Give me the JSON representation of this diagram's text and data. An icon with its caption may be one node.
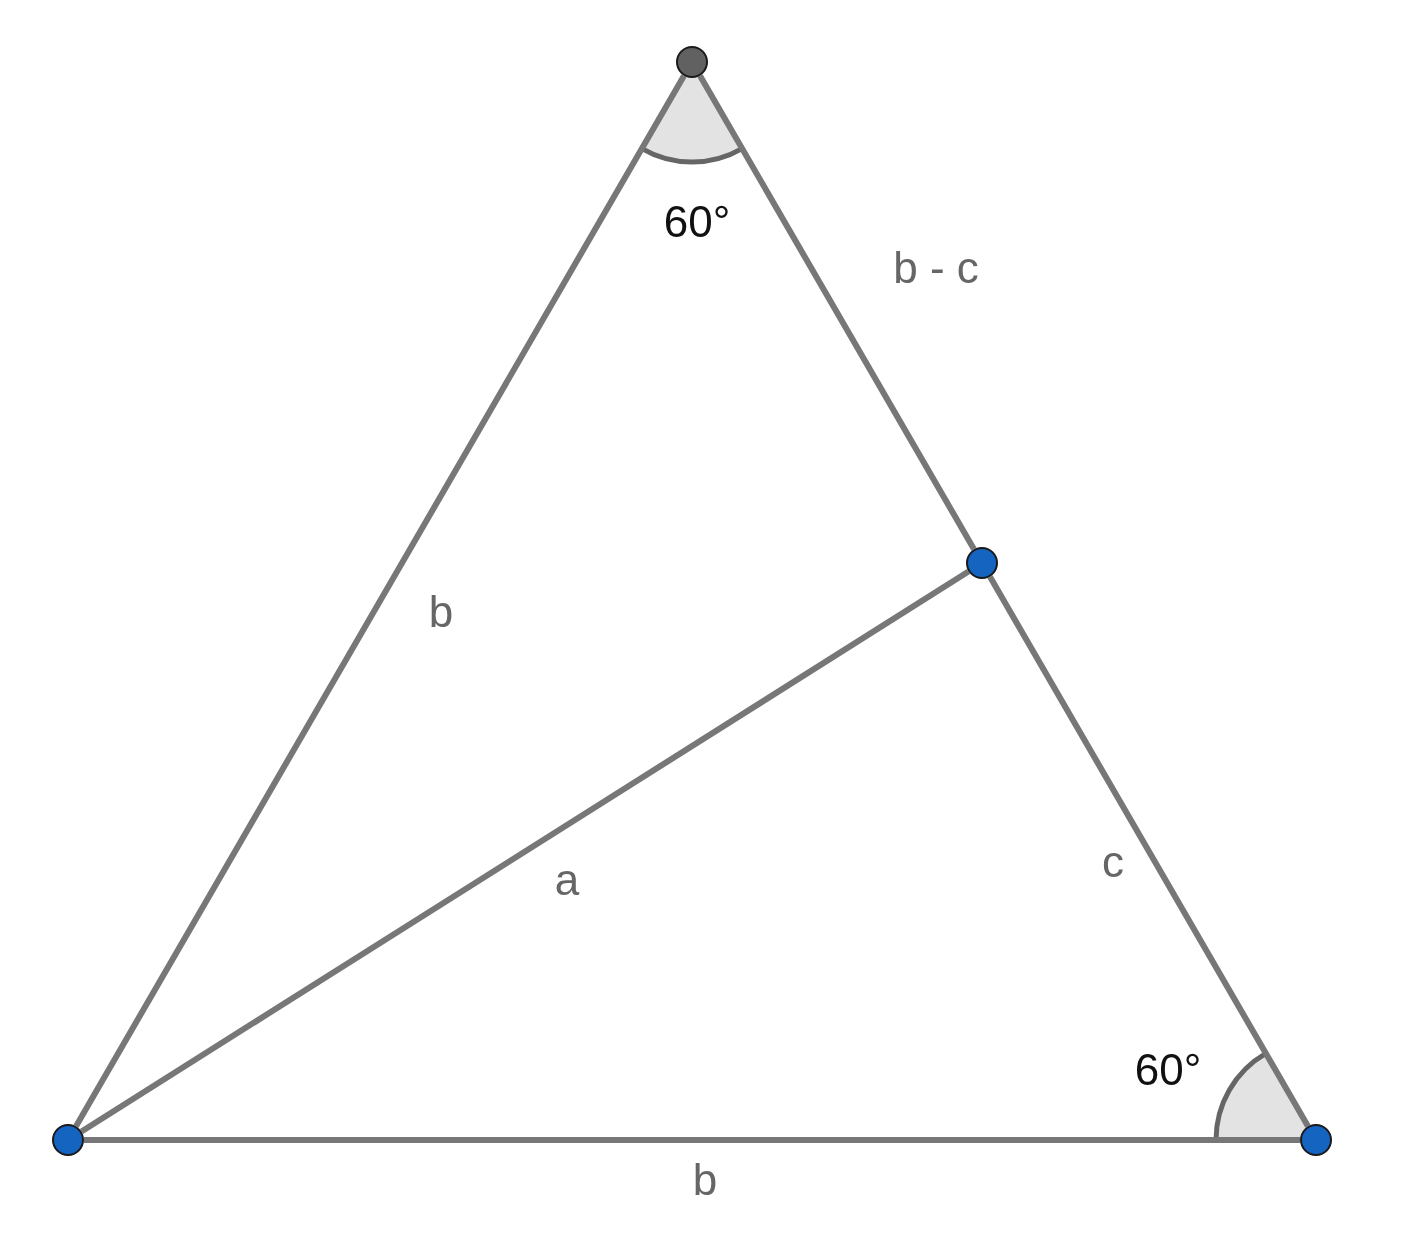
{
  "diagram": {
    "nodes": [
      {
        "text": [],
        "shape": "circle"
      },
      {
        "text": [],
        "shape": "circle"
      },
      {
        "text": [],
        "shape": "circle"
      },
      {
        "text": [],
        "shape": "circle"
      }
    ],
    "edges": [
      {
        "from": 0,
        "to": 2,
        "arrow": "none",
        "label": "b"
      },
      {
        "from": 0,
        "to": 1,
        "arrow": "none",
        "label": "b - c"
      },
      {
        "from": 2,
        "to": 1,
        "arrow": "none",
        "label": "a"
      },
      {
        "from": 1,
        "to": 3,
        "arrow": "none",
        "label": "c"
      },
      {
        "from": 2,
        "to": 3,
        "arrow": "none",
        "label": "b"
      }
    ],
    "labels": [
      "60°",
      "60°"
    ]
  }
}
